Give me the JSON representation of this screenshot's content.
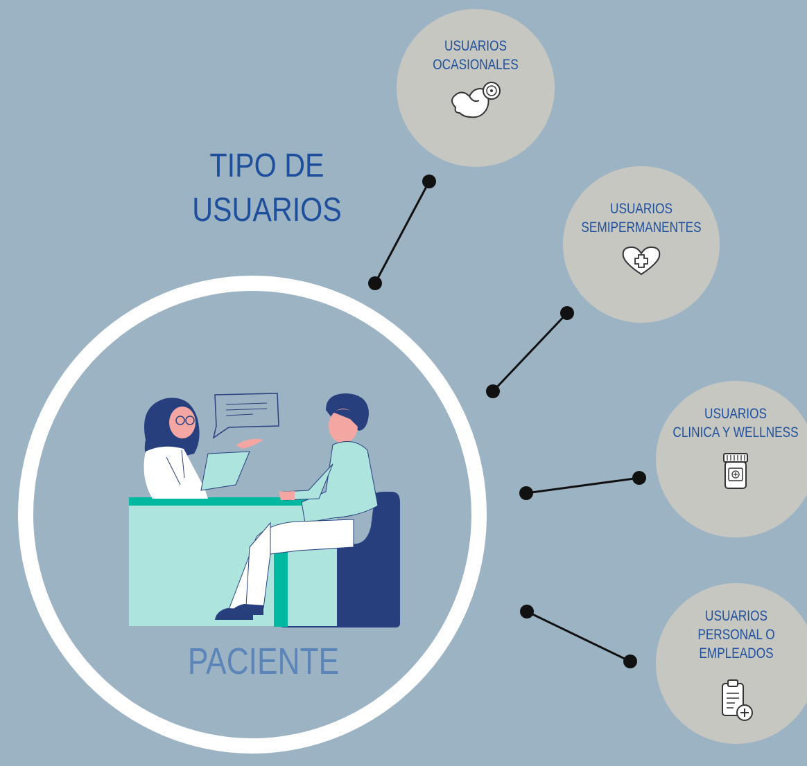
{
  "title": {
    "line1": "TIPO DE",
    "line2": "USUARIOS"
  },
  "center": {
    "label": "PACIENTE"
  },
  "nodes": [
    {
      "lines": [
        "USUARIOS",
        "OCASIONALES"
      ],
      "icon": "flexed-arm-icon"
    },
    {
      "lines": [
        "USUARIOS",
        "SEMIPERMANENTES"
      ],
      "icon": "heart-cross-icon"
    },
    {
      "lines": [
        "USUARIOS",
        "CLINICA Y WELLNESS"
      ],
      "icon": "pill-bottle-icon"
    },
    {
      "lines": [
        "USUARIOS",
        "PERSONAL O",
        "EMPLEADOS"
      ],
      "icon": "medical-clipboard-icon"
    }
  ],
  "colors": {
    "background": "#9cb3c4",
    "title_text": "#1e4f9c",
    "center_label": "#5b84b8",
    "node_fill": "#c7c7c2",
    "ring": "#ffffff",
    "connector": "#111111"
  }
}
